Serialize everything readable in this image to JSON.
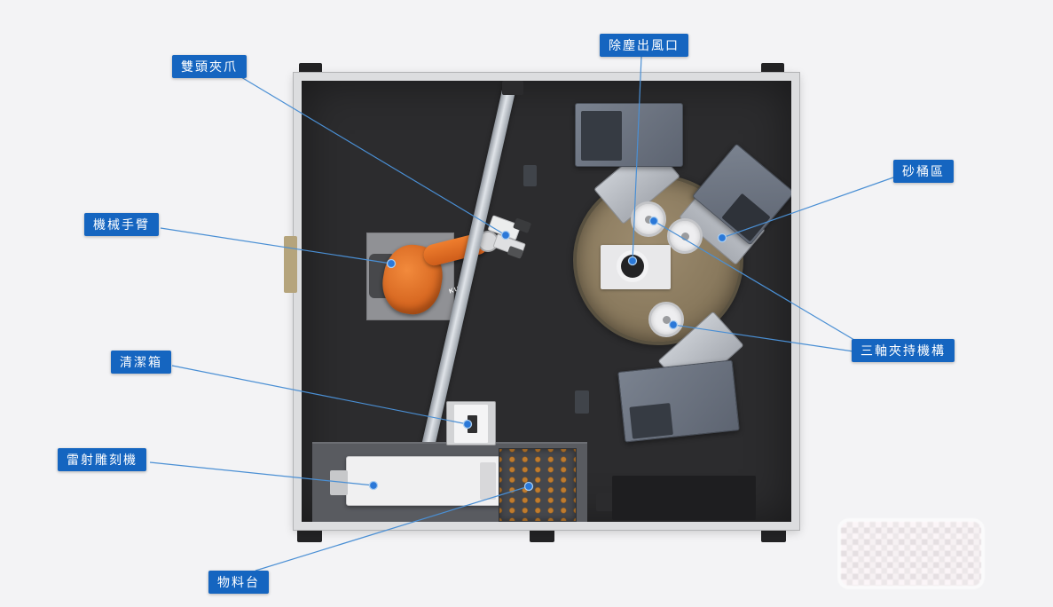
{
  "annotations": {
    "double_head_gripper": "雙頭夾爪",
    "dust_outlet": "除塵出風口",
    "sand_bucket_area": "砂桶區",
    "robot_arm": "機械手臂",
    "cleaning_box": "清潔箱",
    "laser_engraver": "雷射雕刻機",
    "three_axis_clamp": "三軸夾持機構",
    "material_table": "物料台"
  },
  "machine": {
    "robot_brand": "KUKA"
  },
  "colors": {
    "label_background": "#1565c0",
    "leader_line": "#4a8fd4",
    "anchor_dot": "#2a78d8",
    "enclosure_interior": "#2c2c2e",
    "turntable_surface": "#8a7a5e",
    "robot_orange": "#d2611c"
  }
}
